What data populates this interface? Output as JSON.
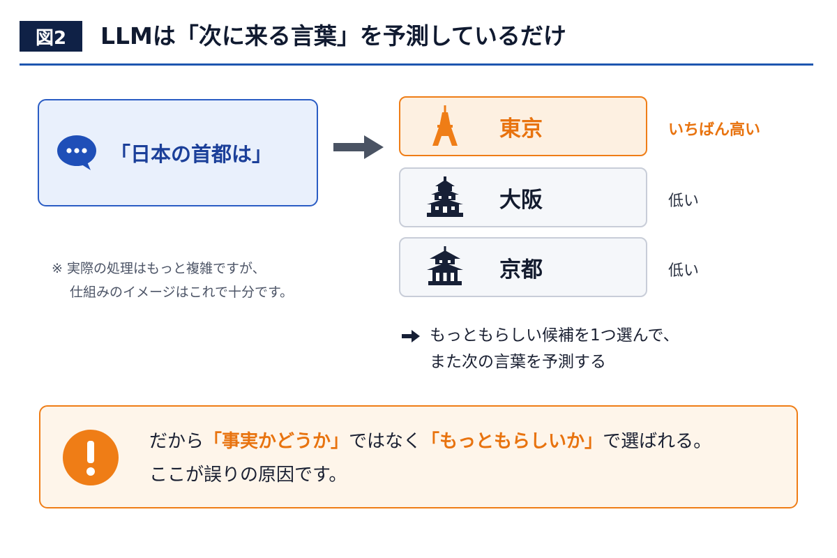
{
  "header": {
    "figure_label": "図2",
    "title": "LLMは「次に来る言葉」を予測しているだけ"
  },
  "query": {
    "text": "「日本の首都は」",
    "icon": "speech-bubble-icon"
  },
  "candidates": [
    {
      "name": "東京",
      "probability": "いちばん高い",
      "icon": "tokyo-tower-icon",
      "highlight": true
    },
    {
      "name": "大阪",
      "probability": "低い",
      "icon": "osaka-castle-icon",
      "highlight": false
    },
    {
      "name": "京都",
      "probability": "低い",
      "icon": "pagoda-icon",
      "highlight": false
    }
  ],
  "note": {
    "line1": "※ 実際の処理はもっと複雑ですが、",
    "line2": "仕組みのイメージはこれで十分です。"
  },
  "next_step": {
    "line1": "もっともらしい候補を1つ選んで、",
    "line2": "また次の言葉を予測する"
  },
  "warning": {
    "line1_pre": "だから",
    "line1_hl1": "「事実かどうか」",
    "line1_mid": "ではなく",
    "line1_hl2": "「もっともらしいか」",
    "line1_post": "で選ばれる。",
    "line2": "ここが誤りの原因です。",
    "icon": "exclamation-icon"
  },
  "colors": {
    "navy": "#0f2146",
    "blue": "#1e56b0",
    "orange": "#e8730f"
  }
}
